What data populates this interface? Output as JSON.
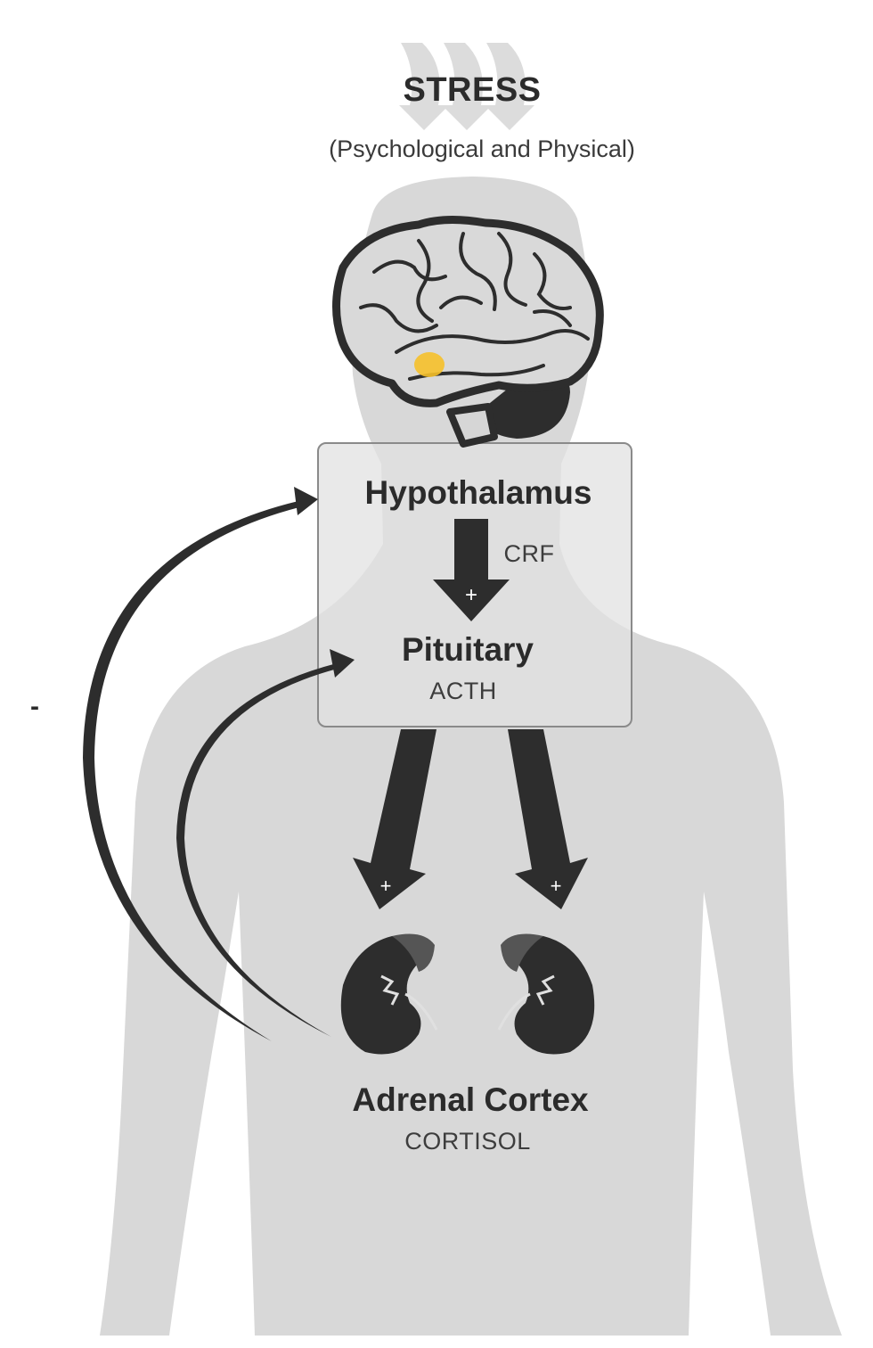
{
  "domain": "Diagram",
  "title": "STRESS",
  "subtitle": "(Psychological and Physical)",
  "nodes": [
    {
      "id": "hypothalamus",
      "label": "Hypothalamus"
    },
    {
      "id": "pituitary",
      "label": "Pituitary",
      "hormone": "ACTH"
    },
    {
      "id": "adrenal",
      "label": "Adrenal Cortex",
      "hormone": "CORTISOL"
    }
  ],
  "edges": [
    {
      "from": "hypothalamus",
      "to": "pituitary",
      "label": "CRF",
      "sign": "+"
    },
    {
      "from": "pituitary",
      "to": "adrenal-left",
      "sign": "+"
    },
    {
      "from": "pituitary",
      "to": "adrenal-right",
      "sign": "+"
    },
    {
      "from": "adrenal",
      "to": "hypothalamus",
      "type": "negative-feedback"
    },
    {
      "from": "adrenal",
      "to": "pituitary",
      "type": "negative-feedback"
    }
  ],
  "feedback_sign": "-",
  "colors": {
    "body": "#d8d8d8",
    "dark": "#2d2d2d",
    "highlight": "#f5c02a",
    "box_fill": "#e2e2e2",
    "box_border": "#8a8a8a"
  },
  "icons": [
    "stress-arrows-icon",
    "brain-icon",
    "kidney-left-icon",
    "kidney-right-icon"
  ]
}
